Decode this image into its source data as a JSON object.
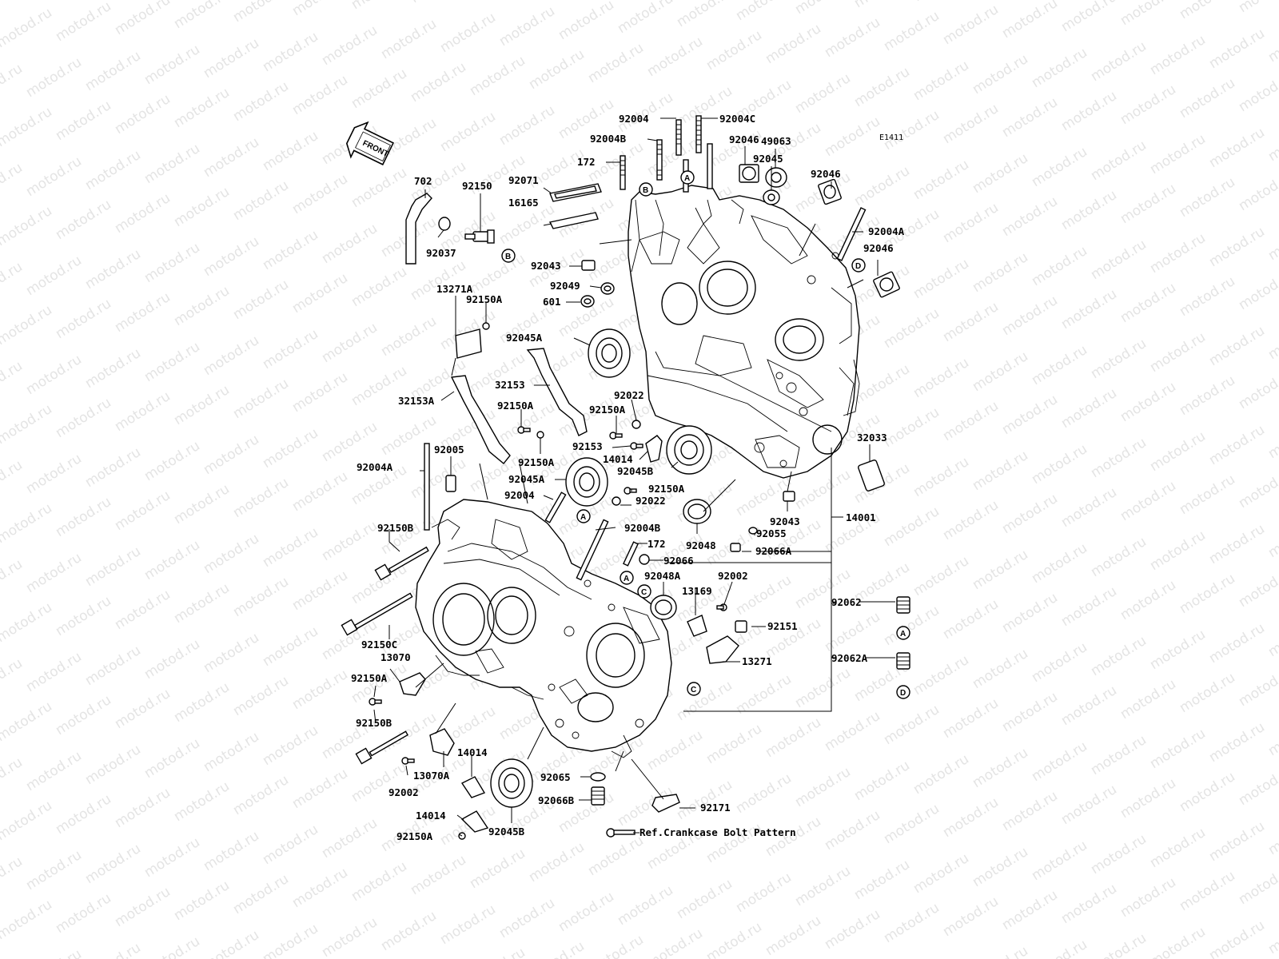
{
  "drawing_code": "E1411",
  "front_label": "FRONT",
  "watermark": "motod.ru",
  "reference_note": "Ref.Crankcase Bolt Pattern",
  "parts": [
    {
      "id": "p01",
      "label": "92004"
    },
    {
      "id": "p02",
      "label": "92004C"
    },
    {
      "id": "p03",
      "label": "92004B"
    },
    {
      "id": "p04",
      "label": "92046"
    },
    {
      "id": "p05",
      "label": "49063"
    },
    {
      "id": "p06",
      "label": "92045"
    },
    {
      "id": "p07",
      "label": "92046"
    },
    {
      "id": "p08",
      "label": "172"
    },
    {
      "id": "p09",
      "label": "92071"
    },
    {
      "id": "p10",
      "label": "16165"
    },
    {
      "id": "p11",
      "label": "702"
    },
    {
      "id": "p12",
      "label": "92150"
    },
    {
      "id": "p13",
      "label": "92037"
    },
    {
      "id": "p14",
      "label": "92004A"
    },
    {
      "id": "p15",
      "label": "92046"
    },
    {
      "id": "p16",
      "label": "92043"
    },
    {
      "id": "p17",
      "label": "92049"
    },
    {
      "id": "p18",
      "label": "601"
    },
    {
      "id": "p19",
      "label": "13271A"
    },
    {
      "id": "p20",
      "label": "92150A"
    },
    {
      "id": "p21",
      "label": "92045A"
    },
    {
      "id": "p22",
      "label": "32153"
    },
    {
      "id": "p23",
      "label": "32153A"
    },
    {
      "id": "p24",
      "label": "92150A"
    },
    {
      "id": "p25",
      "label": "92022"
    },
    {
      "id": "p26",
      "label": "92150A"
    },
    {
      "id": "p27",
      "label": "92150A"
    },
    {
      "id": "p28",
      "label": "92153"
    },
    {
      "id": "p29",
      "label": "14014"
    },
    {
      "id": "p30",
      "label": "92045B"
    },
    {
      "id": "p31",
      "label": "32033"
    },
    {
      "id": "p32",
      "label": "92004A"
    },
    {
      "id": "p33",
      "label": "92005"
    },
    {
      "id": "p34",
      "label": "92045A"
    },
    {
      "id": "p35",
      "label": "92150A"
    },
    {
      "id": "p36",
      "label": "92004"
    },
    {
      "id": "p37",
      "label": "92022"
    },
    {
      "id": "p38",
      "label": "92043"
    },
    {
      "id": "p39",
      "label": "14001"
    },
    {
      "id": "p40",
      "label": "92004B"
    },
    {
      "id": "p41",
      "label": "92055"
    },
    {
      "id": "p42",
      "label": "92150B"
    },
    {
      "id": "p43",
      "label": "172"
    },
    {
      "id": "p44",
      "label": "92048"
    },
    {
      "id": "p45",
      "label": "92066A"
    },
    {
      "id": "p46",
      "label": "92066"
    },
    {
      "id": "p47",
      "label": "92048A"
    },
    {
      "id": "p48",
      "label": "92002"
    },
    {
      "id": "p49",
      "label": "13169"
    },
    {
      "id": "p50",
      "label": "92062"
    },
    {
      "id": "p51",
      "label": "92150C"
    },
    {
      "id": "p52",
      "label": "92151"
    },
    {
      "id": "p53",
      "label": "13070"
    },
    {
      "id": "p54",
      "label": "92062A"
    },
    {
      "id": "p55",
      "label": "92150A"
    },
    {
      "id": "p56",
      "label": "13271"
    },
    {
      "id": "p57",
      "label": "92150B"
    },
    {
      "id": "p58",
      "label": "14014"
    },
    {
      "id": "p59",
      "label": "13070A"
    },
    {
      "id": "p60",
      "label": "92065"
    },
    {
      "id": "p61",
      "label": "92002"
    },
    {
      "id": "p62",
      "label": "92066B"
    },
    {
      "id": "p63",
      "label": "92171"
    },
    {
      "id": "p64",
      "label": "14014"
    },
    {
      "id": "p65",
      "label": "92045B"
    },
    {
      "id": "p66",
      "label": "92150A"
    }
  ],
  "callouts": [
    "A",
    "B",
    "C",
    "D"
  ]
}
